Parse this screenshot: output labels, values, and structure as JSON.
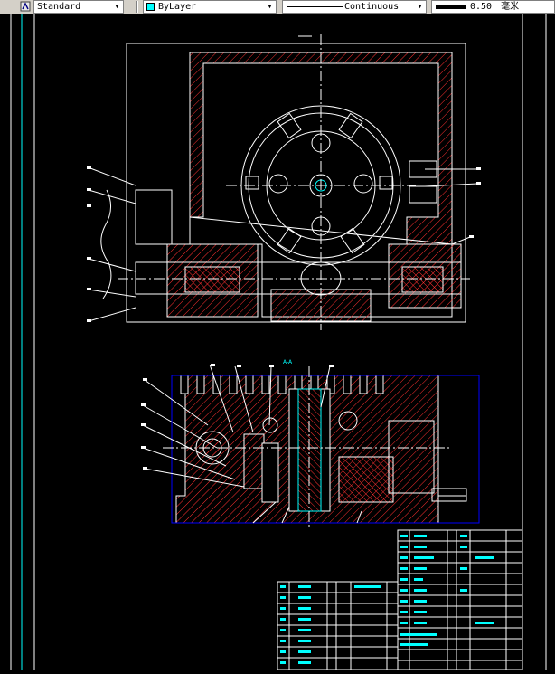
{
  "toolbar": {
    "text_style": "Standard",
    "layer_color": "ByLayer",
    "linetype": "Continuous",
    "lineweight_value": "0.50",
    "lineweight_unit": "毫米"
  },
  "drawing": {
    "section_label": "A-A",
    "icons": {
      "textstyle": "text-style-icon",
      "color": "color-swatch-icon",
      "linetype": "linetype-icon",
      "lineweight": "lineweight-icon"
    }
  }
}
